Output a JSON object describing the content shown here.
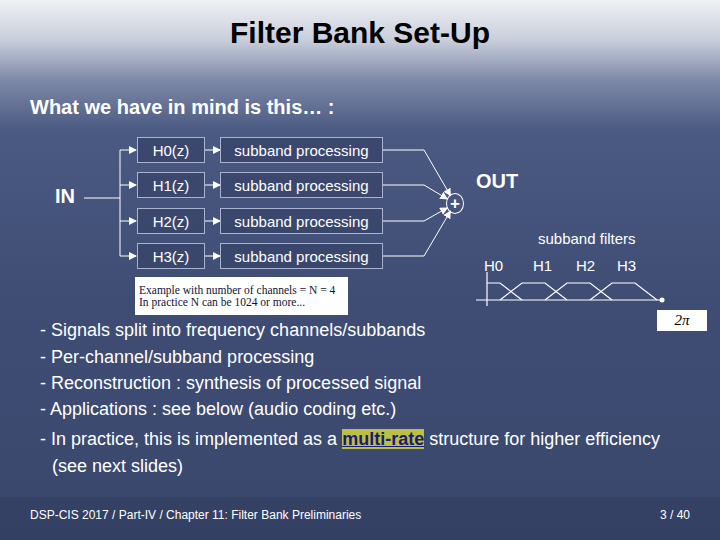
{
  "diagram": {
    "title": "Filter Bank Set-Up",
    "nodes": [
      {
        "text": [
          "H0(z)"
        ]
      },
      {
        "text": [
          "subband processing"
        ]
      },
      {
        "text": [
          "H1(z)"
        ]
      },
      {
        "text": [
          "subband processing"
        ]
      },
      {
        "text": [
          "H2(z)"
        ]
      },
      {
        "text": [
          "subband processing"
        ]
      },
      {
        "text": [
          "H3(z)"
        ]
      },
      {
        "text": [
          "subband processing"
        ]
      },
      {
        "text": [
          "+"
        ]
      },
      {
        "text": [
          "Example with number of channels = N = 4",
          "In practice N can be 1024 or more..."
        ]
      },
      {
        "text": [
          "2π"
        ]
      }
    ],
    "edges": [
      {
        "from": 0,
        "to": 1,
        "arrow": "to"
      },
      {
        "from": 2,
        "to": 3,
        "arrow": "to"
      },
      {
        "from": 4,
        "to": 5,
        "arrow": "to"
      },
      {
        "from": 6,
        "to": 7,
        "arrow": "to"
      },
      {
        "from": 1,
        "to": 8,
        "arrow": "to"
      },
      {
        "from": 3,
        "to": 8,
        "arrow": "to"
      },
      {
        "from": 5,
        "to": 8,
        "arrow": "to"
      },
      {
        "from": 7,
        "to": 8,
        "arrow": "to"
      }
    ],
    "labels": [
      "What we have in mind is this… :",
      "IN",
      "OUT",
      "subband filters",
      "H0",
      "H1",
      "H2",
      "H3",
      "- Signals split into frequency channels/subbands",
      "- Per-channel/subband processing",
      "- Reconstruction : synthesis of processed signal",
      "- Applications : see below (audio coding etc.)",
      "- In practice, this is implemented as a",
      "multi-rate",
      "structure for higher efficiency (see next slides)",
      "DSP-CIS 2017 / Part-IV / Chapter 11: Filter Bank Preliminaries",
      "3 / 40"
    ]
  }
}
